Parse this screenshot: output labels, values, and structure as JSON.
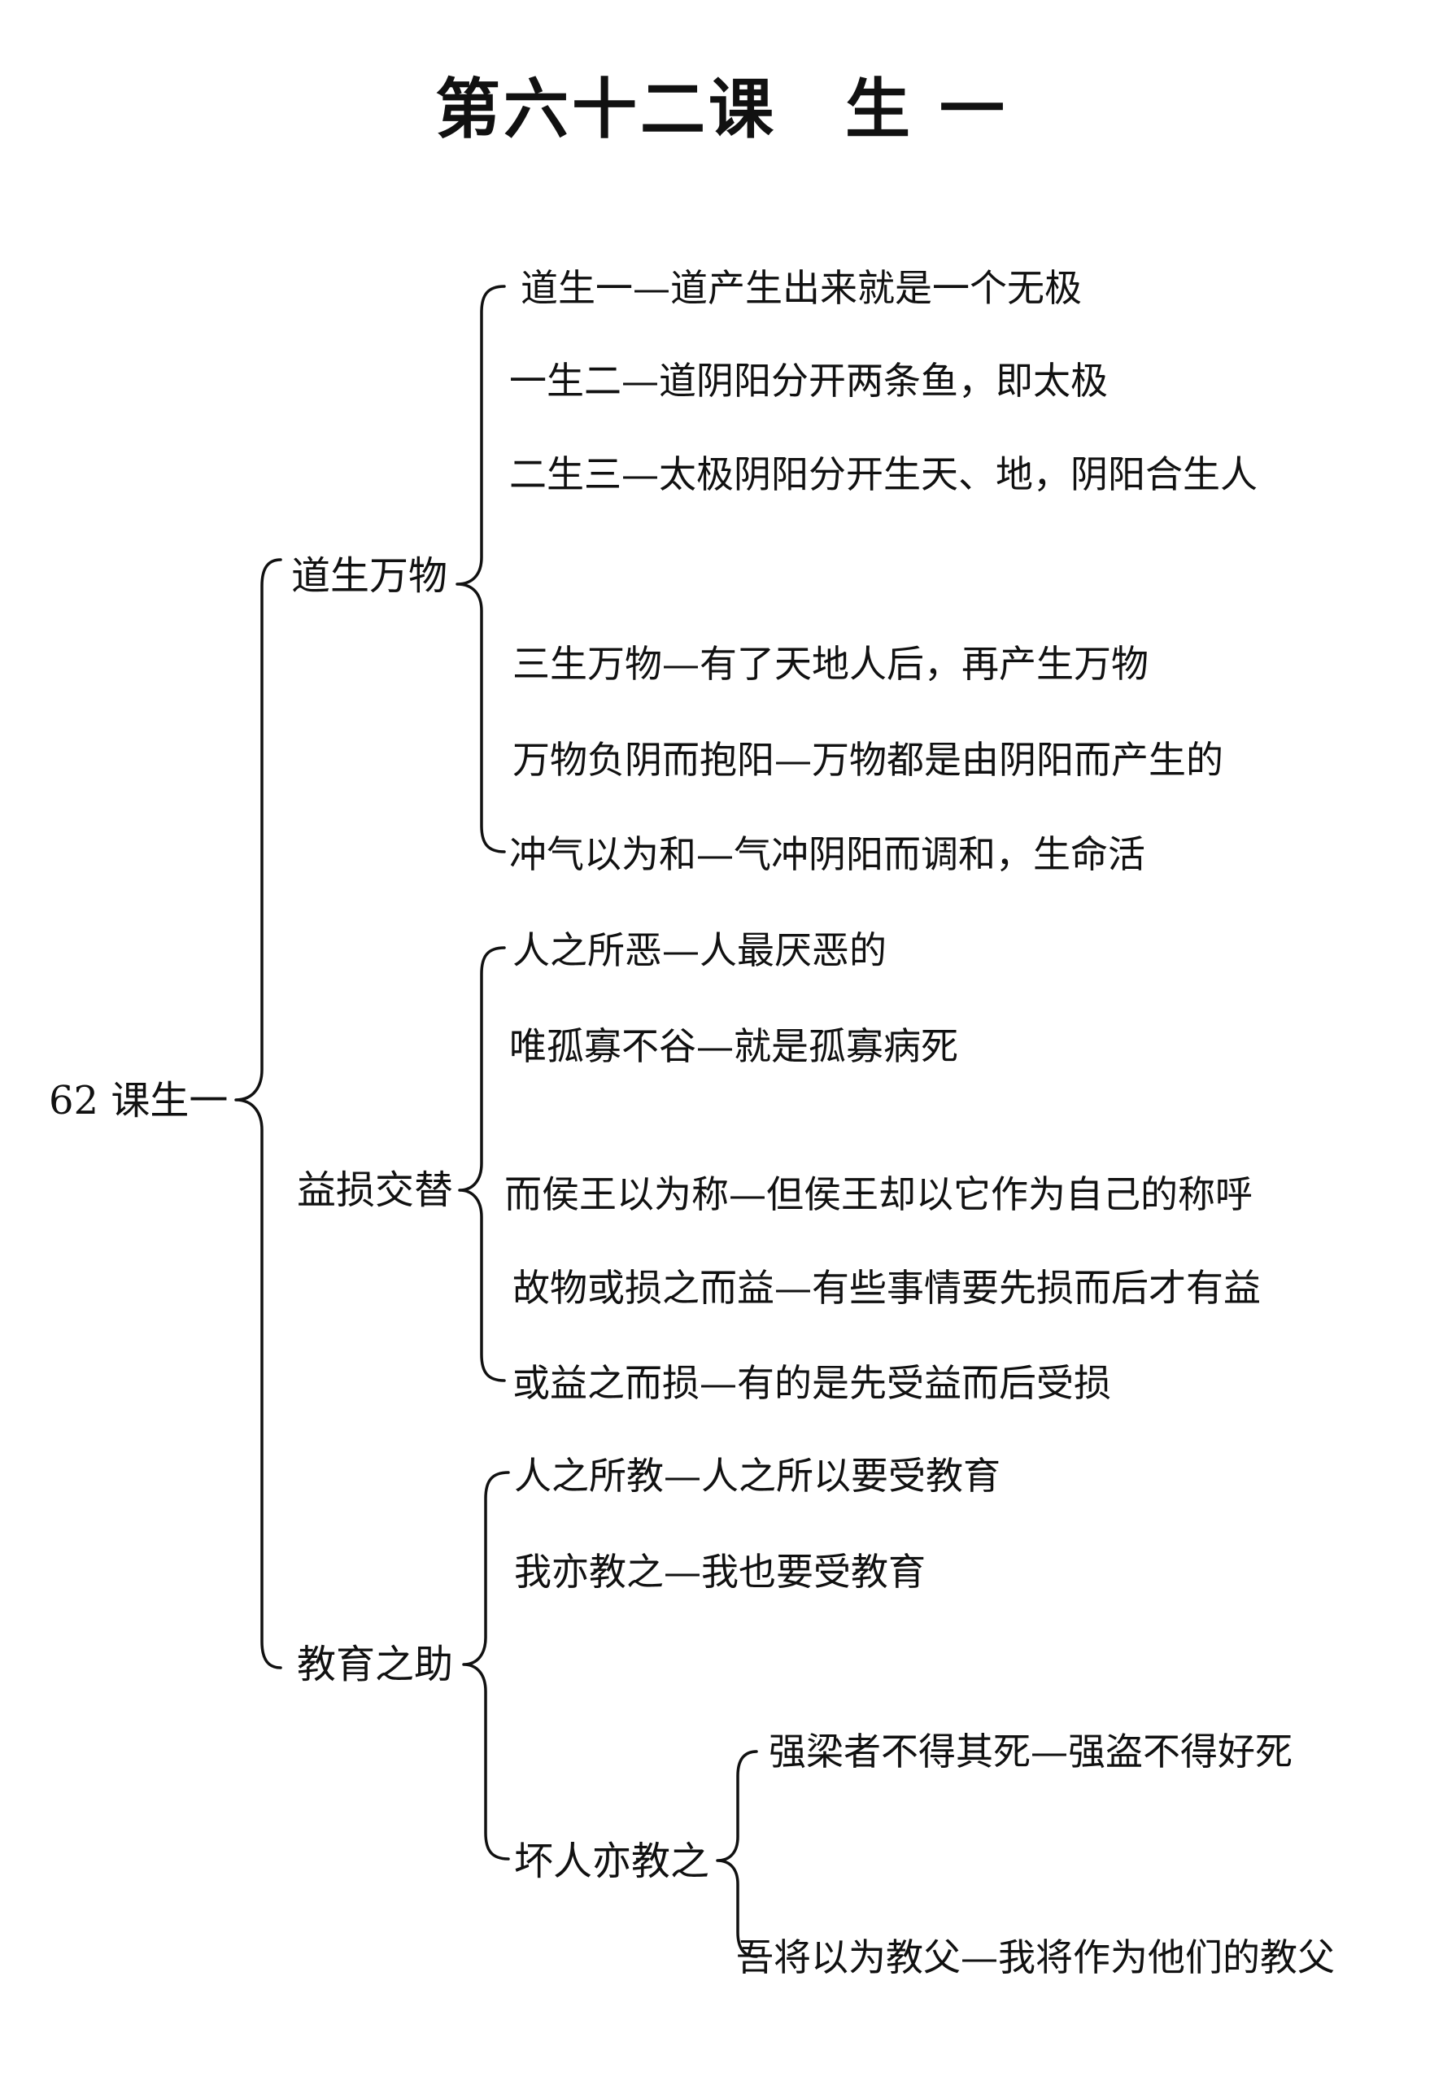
{
  "title": "第六十二课　生 一",
  "root": {
    "label": "62 课生一"
  },
  "branches": [
    {
      "label": "道生万物",
      "items": [
        "道生一—道产生出来就是一个无极",
        "一生二—道阴阳分开两条鱼，即太极",
        "二生三—太极阴阳分开生天、地，阴阳合生人",
        "三生万物—有了天地人后，再产生万物",
        "万物负阴而抱阳—万物都是由阴阳而产生的",
        "冲气以为和—气冲阴阳而调和，生命活"
      ]
    },
    {
      "label": "益损交替",
      "items": [
        "人之所恶—人最厌恶的",
        "唯孤寡不谷—就是孤寡病死",
        "而侯王以为称—但侯王却以它作为自己的称呼",
        "故物或损之而益—有些事情要先损而后才有益",
        "或益之而损—有的是先受益而后受损"
      ]
    },
    {
      "label": "教育之助",
      "items": [
        "人之所教—人之所以要受教育",
        "我亦教之—我也要受教育"
      ],
      "sub": {
        "label": "坏人亦教之",
        "items": [
          "强梁者不得其死—强盗不得好死",
          "吾将以为教父—我将作为他们的教父"
        ]
      }
    }
  ]
}
